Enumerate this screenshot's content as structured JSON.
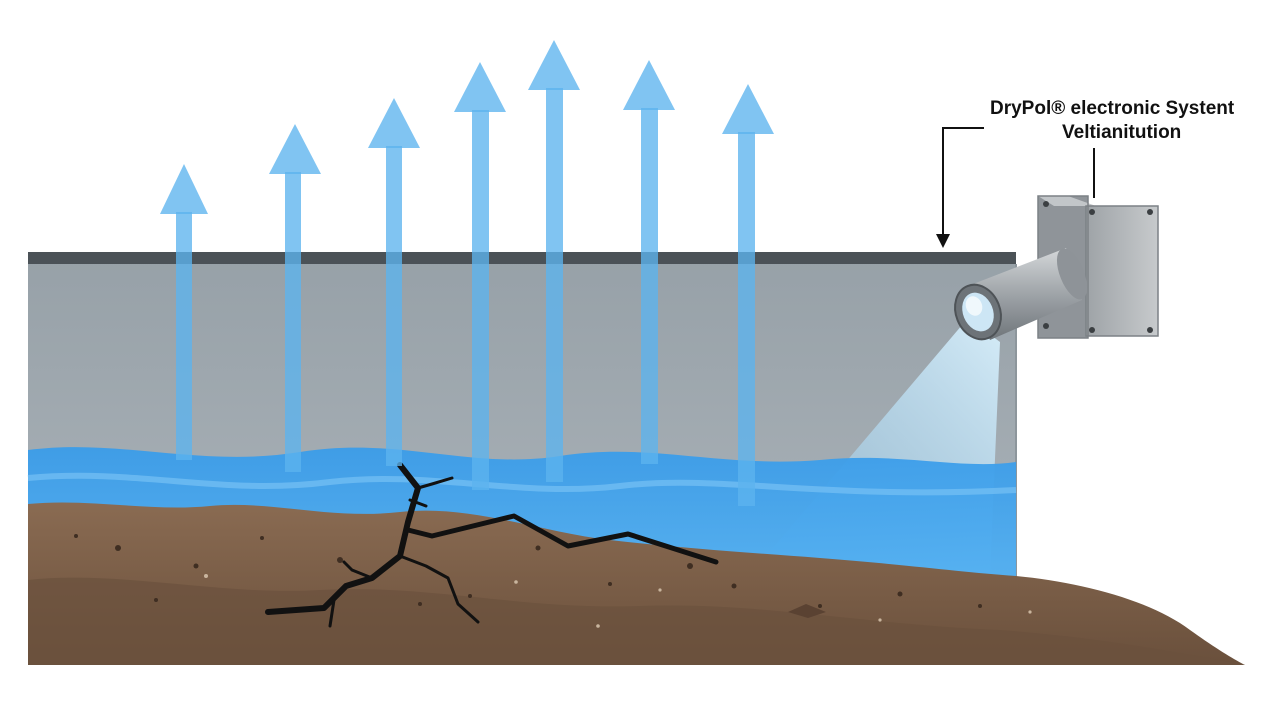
{
  "callout": {
    "line1": "DryPol® electronic Systent",
    "line2": "Veltianitution"
  },
  "colors": {
    "arrow": "#6fbcef",
    "wall": "#9fa8ae",
    "wall_top": "#4b5257",
    "water": "#3ea0ec",
    "soil": "#7a5e48",
    "soil_dark": "#5d4533",
    "crack": "#111111",
    "device": "#b9bdc0",
    "beam": "#a8d8f5"
  },
  "icons": [
    "moisture-arrow",
    "ventilation-device",
    "crack",
    "soil",
    "groundwater"
  ]
}
